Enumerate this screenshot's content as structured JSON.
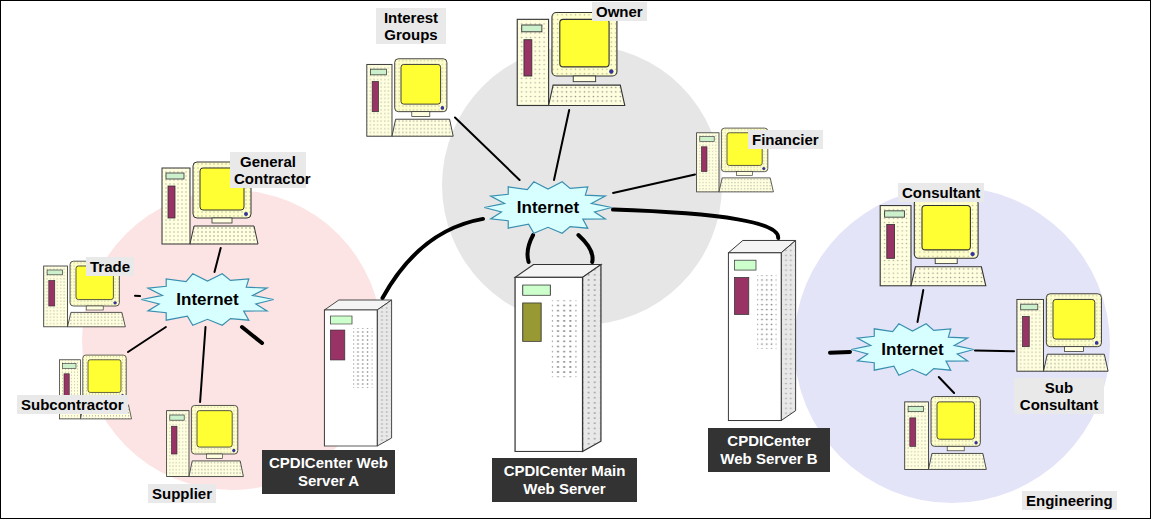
{
  "diagram": {
    "nodes": [
      {
        "text": [
          "Interest Groups"
        ]
      },
      {
        "text": [
          "Owner"
        ]
      },
      {
        "text": [
          "Financier"
        ]
      },
      {
        "text": [
          "General Contractor"
        ]
      },
      {
        "text": [
          "Internet"
        ]
      },
      {
        "text": [
          "Consultant"
        ]
      },
      {
        "text": [
          "Trade"
        ]
      },
      {
        "text": [
          "Internet"
        ]
      },
      {
        "text": [
          "Internet"
        ]
      },
      {
        "text": [
          "Sub Consultant"
        ]
      },
      {
        "text": [
          "Subcontractor"
        ]
      },
      {
        "text": [
          "Supplier"
        ]
      },
      {
        "text": [
          "CPDICenter Web Server A"
        ]
      },
      {
        "text": [
          "CPDICenter Main Web Server"
        ]
      },
      {
        "text": [
          "CPDICenter Web Server B"
        ]
      },
      {
        "text": [
          "Engineering"
        ]
      }
    ],
    "edges": [
      {
        "from": 0,
        "to": 4,
        "arrow": "none"
      },
      {
        "from": 1,
        "to": 4,
        "arrow": "none"
      },
      {
        "from": 2,
        "to": 4,
        "arrow": "none"
      },
      {
        "from": 12,
        "to": 4,
        "arrow": "none"
      },
      {
        "from": 14,
        "to": 4,
        "arrow": "none"
      },
      {
        "from": 4,
        "to": 13,
        "arrow": "none"
      },
      {
        "from": 4,
        "to": 13,
        "arrow": "none"
      },
      {
        "from": 6,
        "to": 7,
        "arrow": "none"
      },
      {
        "from": 3,
        "to": 7,
        "arrow": "none"
      },
      {
        "from": 10,
        "to": 7,
        "arrow": "none"
      },
      {
        "from": 11,
        "to": 7,
        "arrow": "none"
      },
      {
        "from": 12,
        "to": 7,
        "arrow": "none"
      },
      {
        "from": 5,
        "to": 8,
        "arrow": "none"
      },
      {
        "from": 9,
        "to": 8,
        "arrow": "none"
      },
      {
        "from": 15,
        "to": 8,
        "arrow": "none"
      },
      {
        "from": 14,
        "to": 8,
        "arrow": "none"
      }
    ]
  }
}
